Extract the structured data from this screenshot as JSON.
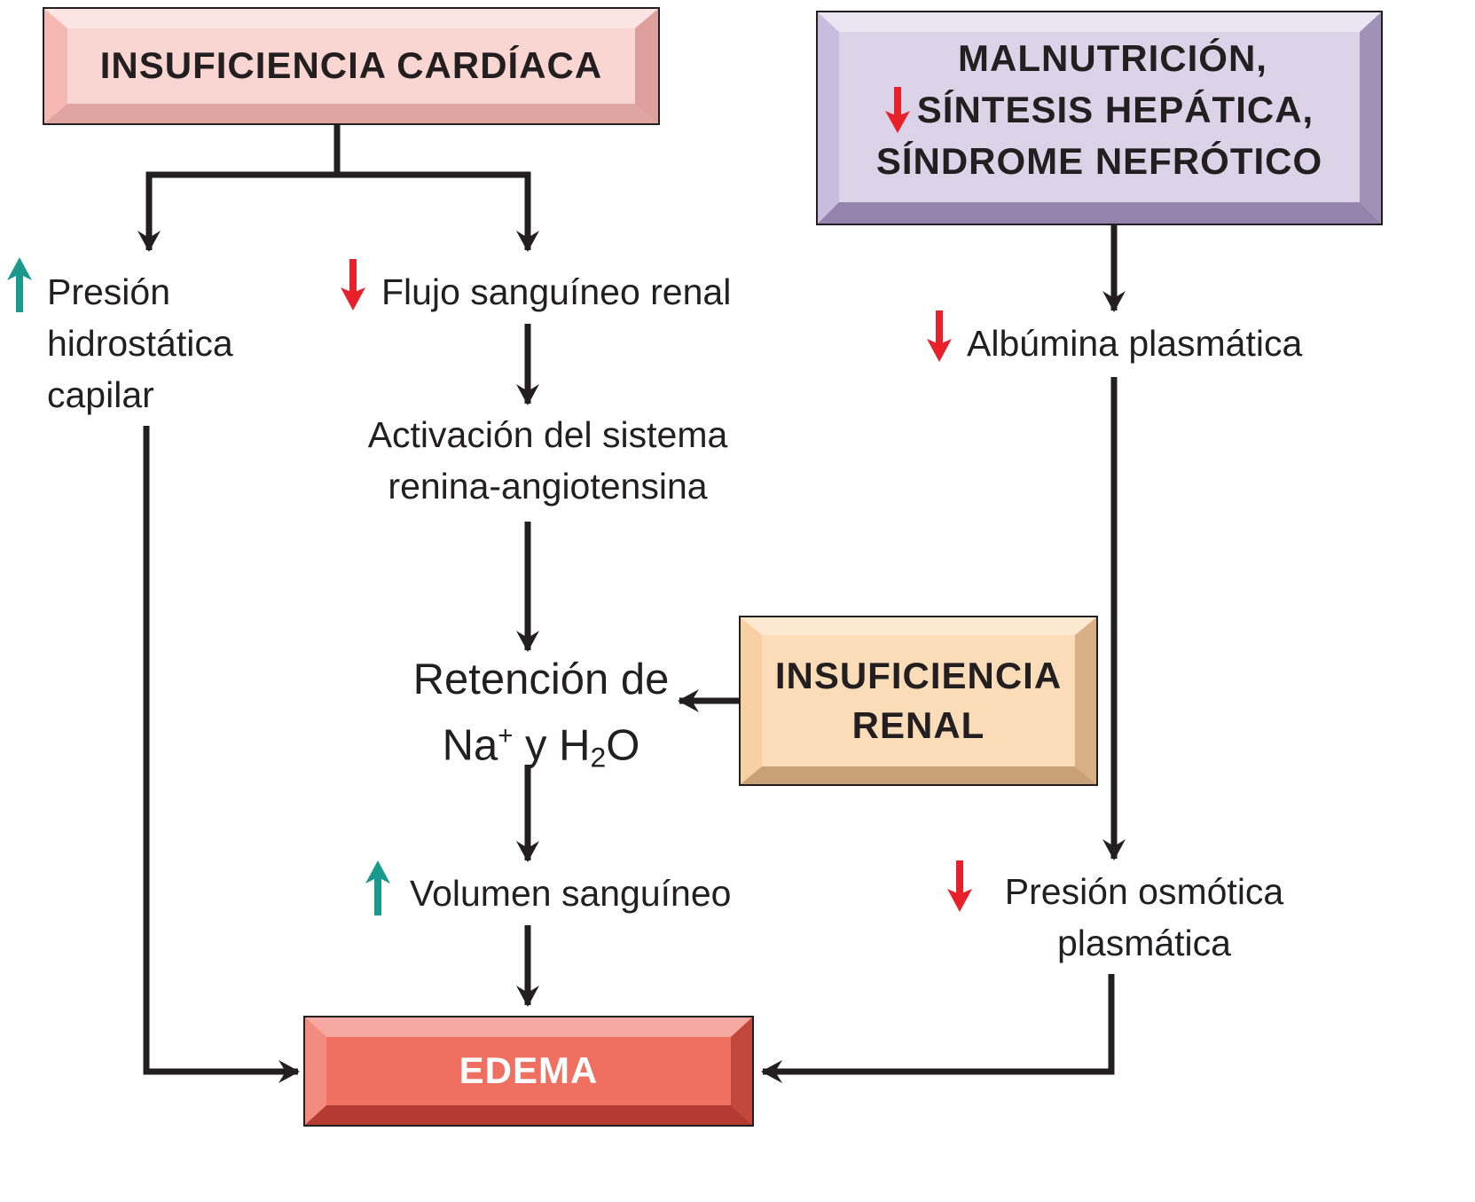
{
  "boxes": {
    "heart_failure": "INSUFICIENCIA CARDÍACA",
    "malnutrition": [
      "MALNUTRICIÓN,",
      "SÍNTESIS HEPÁTICA,",
      "SÍNDROME NEFRÓTICO"
    ],
    "renal_failure": [
      "INSUFICIENCIA",
      "RENAL"
    ],
    "edema": "EDEMA"
  },
  "nodes": {
    "capillary_pressure": [
      "Presión",
      "hidrostática",
      "capilar"
    ],
    "renal_flow": "Flujo sanguíneo renal",
    "ras_activation": [
      "Activación del sistema",
      "renina-angiotensina"
    ],
    "retention": {
      "line1": "Retención de",
      "na": "Na",
      "plus": "+",
      "y_h": " y H",
      "two": "2",
      "o": "O"
    },
    "blood_volume": "Volumen sanguíneo",
    "albumin": "Albúmina plasmática",
    "osmotic_pressure": [
      "Presión osmótica",
      "plasmática"
    ]
  },
  "indicators": {
    "up": "increase-arrow",
    "down": "decrease-arrow",
    "up_color": "#1a9a8c",
    "down_color": "#e8202a"
  },
  "colors": {
    "heart_failure": "#f9d6d2",
    "malnutrition": "#ddd3e8",
    "renal_failure": "#fbdcb8",
    "edema": "#ef6f61",
    "connector": "#231f20"
  }
}
